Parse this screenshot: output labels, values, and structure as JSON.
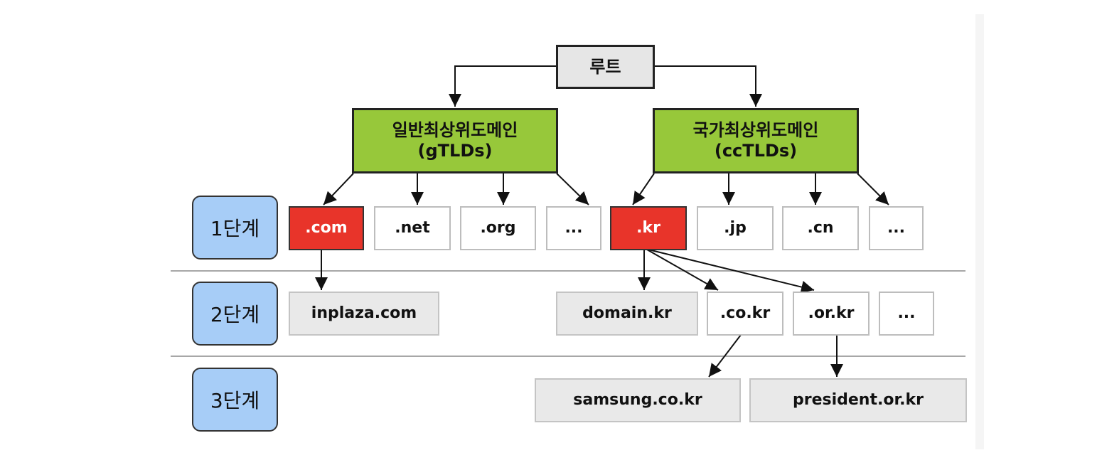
{
  "root": {
    "label": "루트"
  },
  "categories": [
    {
      "name": "일반최상위도메인",
      "abbr": "(gTLDs)"
    },
    {
      "name": "국가최상위도메인",
      "abbr": "(ccTLDs)"
    }
  ],
  "levels": [
    "1단계",
    "2단계",
    "3단계"
  ],
  "tld_generic": [
    ".com",
    ".net",
    ".org",
    "..."
  ],
  "tld_country": [
    ".kr",
    ".jp",
    ".cn",
    "..."
  ],
  "second_level": [
    "inplaza.com",
    "domain.kr",
    ".co.kr",
    ".or.kr",
    "..."
  ],
  "third_level": [
    "samsung.co.kr",
    "president.or.kr"
  ],
  "colors": {
    "root_fill": "#e6e6e6",
    "category_fill": "#97c83a",
    "highlight_fill": "#e8342a",
    "level_fill": "#a7cdf7",
    "domain_fill": "#e9e9e9"
  }
}
